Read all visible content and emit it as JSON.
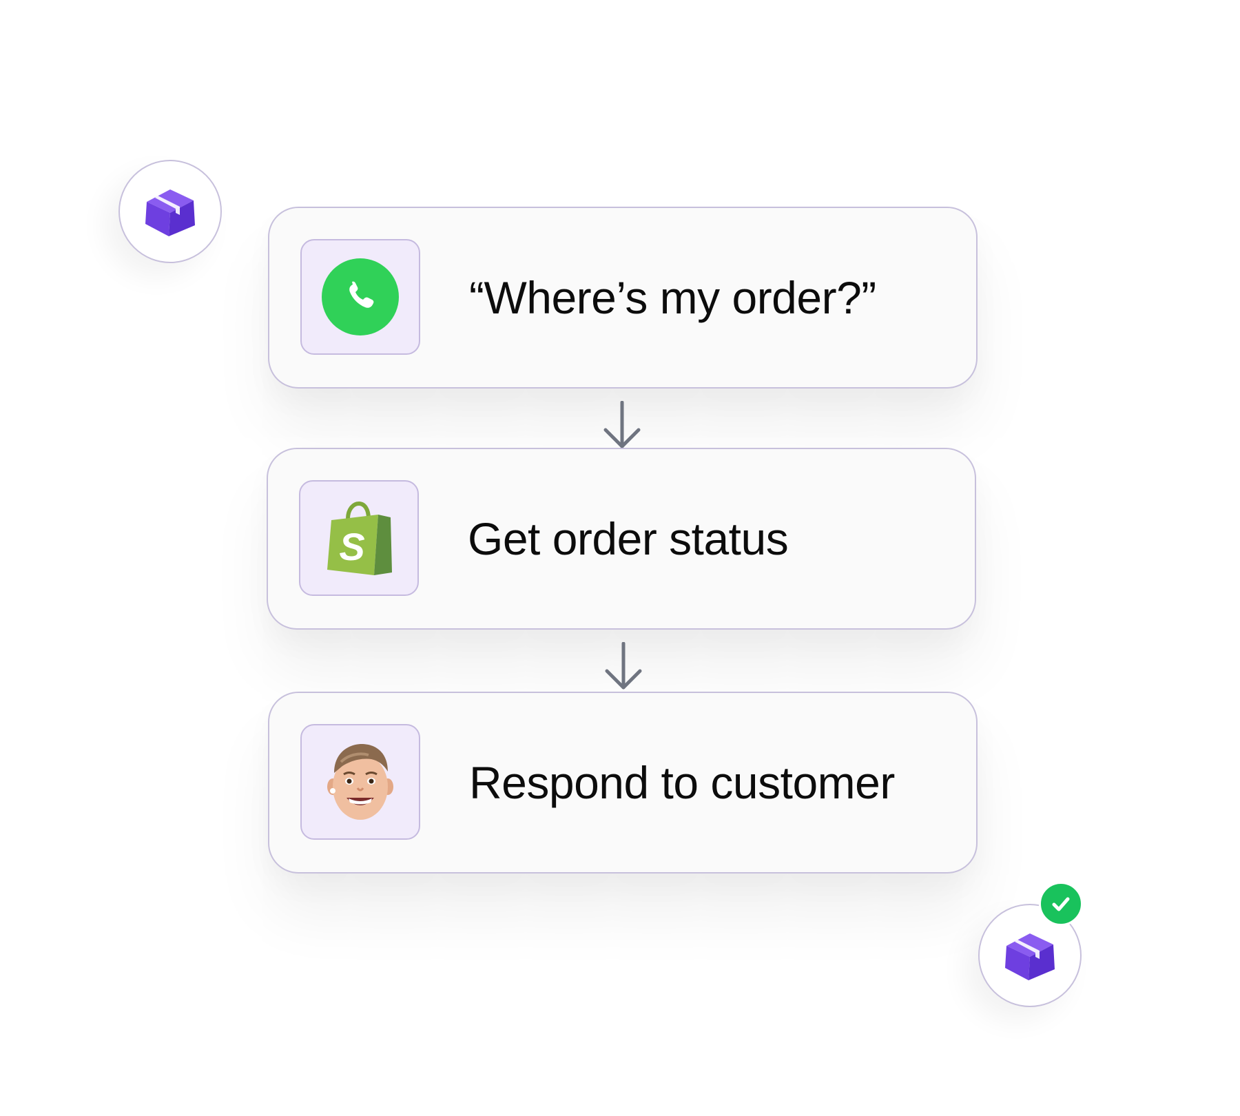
{
  "steps": [
    {
      "label": "“Where’s my order?”",
      "icon": "phone-call-icon",
      "icon_color": "#30d158"
    },
    {
      "label": "Get order status",
      "icon": "shopify-bag-icon",
      "icon_color": "#95bf47"
    },
    {
      "label": "Respond to customer",
      "icon": "memoji-avatar-icon"
    }
  ],
  "connectors": [
    "arrow-down-icon",
    "arrow-down-icon"
  ],
  "badges": {
    "start": {
      "icon": "package-box-icon",
      "color": "#6e3fe0"
    },
    "end": {
      "icon": "package-box-icon",
      "color": "#6e3fe0",
      "status_icon": "checkmark-icon",
      "status_color": "#19c25c"
    }
  },
  "colors": {
    "card_border": "#c7c0dc",
    "tile_background": "#f1ebfb",
    "arrow": "#6f7480"
  }
}
